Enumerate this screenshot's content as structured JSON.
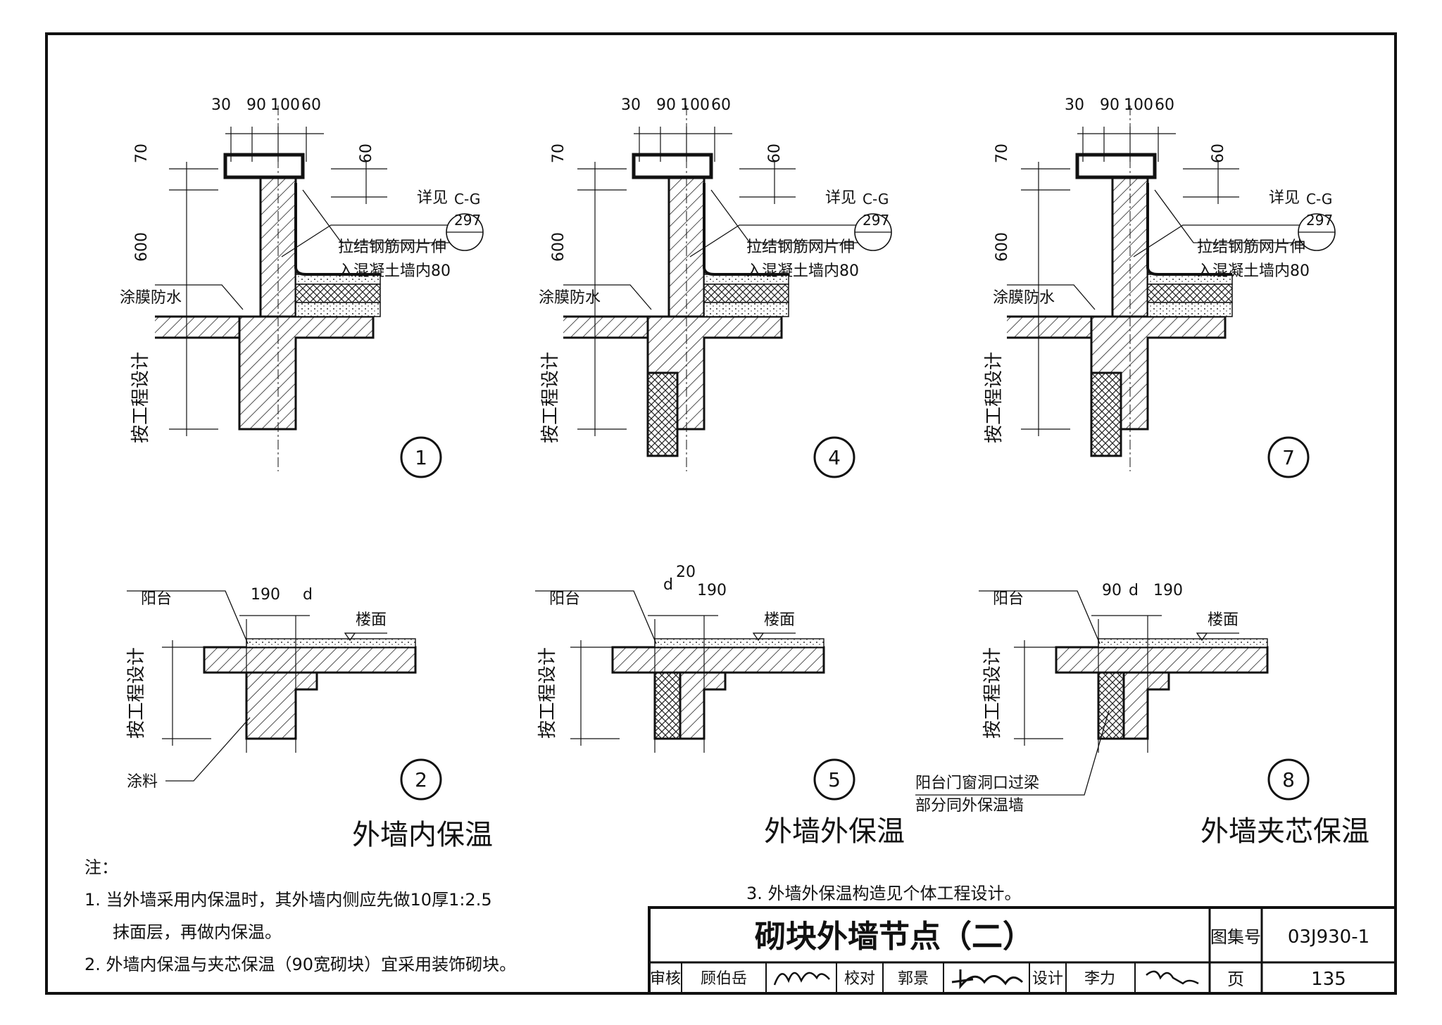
{
  "dims": {
    "top": [
      "30",
      "90",
      "100",
      "60"
    ],
    "h70": "70",
    "h600": "600",
    "h60": "60",
    "by_design": "按工程设计",
    "d": "d",
    "w190": "190",
    "w20": "20",
    "w90": "90"
  },
  "labels": {
    "see": "详见",
    "ref_top": "C-G",
    "ref_bottom": "297",
    "mesh_1": "拉结钢筋网片伸",
    "mesh_2": "入混凝土墙内80",
    "waterproof": "涂膜防水",
    "balcony": "阳台",
    "floor": "楼面",
    "paint": "涂料",
    "lintel_1": "阳台门窗洞口过梁",
    "lintel_2": "部分同外保温墙"
  },
  "details": [
    "1",
    "4",
    "7",
    "2",
    "5",
    "8"
  ],
  "captions": {
    "internal": "外墙内保温",
    "external": "外墙外保温",
    "sandwich": "外墙夹芯保温"
  },
  "notes": {
    "heading": "注：",
    "n1a": "1. 当外墙采用内保温时，其外墙内侧应先做10厚1:2.5",
    "n1b": "抹面层，再做内保温。",
    "n2": "2. 外墙内保温与夹芯保温（90宽砌块）宜采用装饰砌块。",
    "n3": "3. 外墙外保温构造见个体工程设计。"
  },
  "title_block": {
    "title": "砌块外墙节点（二）",
    "atlas_label": "图集号",
    "atlas_no": "03J930-1",
    "review_label": "审核",
    "reviewer": "顾伯岳",
    "check_label": "校对",
    "checker": "郭景",
    "design_label": "设计",
    "designer": "李力",
    "page_label": "页",
    "page_no": "135"
  }
}
